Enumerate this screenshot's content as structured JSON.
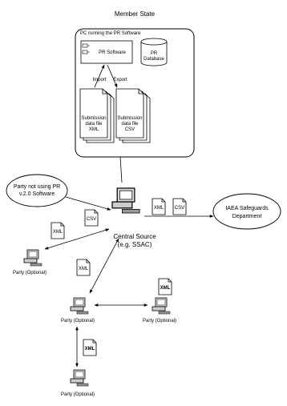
{
  "title": "Member State",
  "pc": {
    "label": "PC running the PR Software",
    "software": "PR Software",
    "database_line1": "PR",
    "database_line2": "Database",
    "import_label": "Import",
    "export_label": "Export"
  },
  "files": {
    "xml_line1": "Submission",
    "xml_line2": "data file",
    "xml_line3": "XML",
    "csv_line1": "Submission",
    "csv_line2": "data file",
    "csv_line3": "CSV"
  },
  "party_not_using": {
    "line1": "Party not using PR",
    "line2": "v.2.0 Software"
  },
  "iaea": {
    "line1": "IAEA Safeguards",
    "line2": "Department"
  },
  "central": {
    "line1": "Central Source",
    "line2": "(e.g. SSAC)"
  },
  "doc_labels": {
    "csv": "CSV",
    "xml": "XML"
  },
  "party_optional": "Party (Optional)",
  "icons": [
    "computer-icon",
    "document-icon",
    "database-icon",
    "server-box-icon"
  ]
}
